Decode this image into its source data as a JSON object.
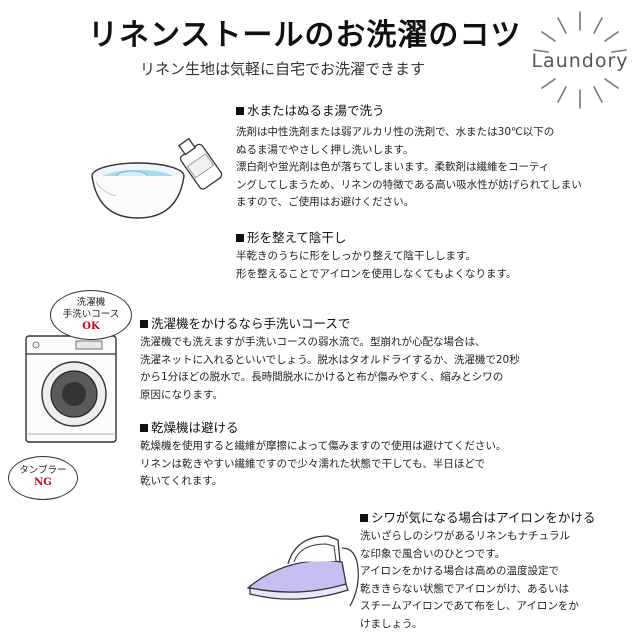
{
  "header": {
    "title": "リネンストールのお洗濯のコツ",
    "subtitle": "リネン生地は気軽に自宅でお洗濯できます",
    "badge_label": "Laundory"
  },
  "sections": [
    {
      "heading": "水またはぬるま湯で洗う",
      "lines": [
        "洗剤は中性洗剤または弱アルカリ性の洗剤で、水または30℃以下の",
        "ぬるま湯でやさしく押し洗いします。",
        "漂白剤や蛍光剤は色が落ちてしまいます。柔軟剤は繊維をコーティ",
        "ングしてしまうため、リネンの特徴である高い吸水性が妨げられてしまい",
        "ますので、ご使用はお避けください。"
      ]
    },
    {
      "heading": "形を整えて陰干し",
      "lines": [
        "半乾きのうちに形をしっかり整えて陰干しします。",
        "形を整えることでアイロンを使用しなくてもよくなります。"
      ]
    },
    {
      "heading": "洗濯機をかけるなら手洗いコースで",
      "lines": [
        "洗濯機でも洗えますが手洗いコースの弱水流で。型崩れが心配な場合は、",
        "洗濯ネットに入れるといいでしょう。脱水はタオルドライするか、洗濯機で20秒",
        "から1分ほどの脱水で。長時間脱水にかけると布が傷みやすく、縮みとシワの",
        "原因になります。"
      ]
    },
    {
      "heading": "乾燥機は避ける",
      "lines": [
        "乾燥機を使用すると繊維が摩擦によって傷みますので使用は避けてください。",
        "リネンは乾きやすい繊維ですので少々濡れた状態で干しても、半日ほどで",
        "乾いてくれます。"
      ]
    },
    {
      "heading": "シワが気になる場合はアイロンをかける",
      "lines": [
        "洗いざらしのシワがあるリネンもナチュラル",
        "な印象で風合いのひとつです。",
        "アイロンをかける場合は高めの温度設定で",
        "乾ききらない状態でアイロンがけ、あるいは",
        "スチームアイロンであて布をし、アイロンをか",
        "けましょう。"
      ]
    }
  ],
  "bubbles": {
    "washer_line1": "洗濯機",
    "washer_line2": "手洗いコース",
    "washer_mark": "OK",
    "dryer_line1": "タンブラー",
    "dryer_mark": "NG"
  },
  "icons": [
    "laundry-badge-icon",
    "wash-basin-icon",
    "detergent-bottle-icon",
    "washing-machine-icon",
    "iron-icon"
  ],
  "colors": {
    "ok_ng": "#d0021b",
    "iron": "#9b8fe0"
  }
}
